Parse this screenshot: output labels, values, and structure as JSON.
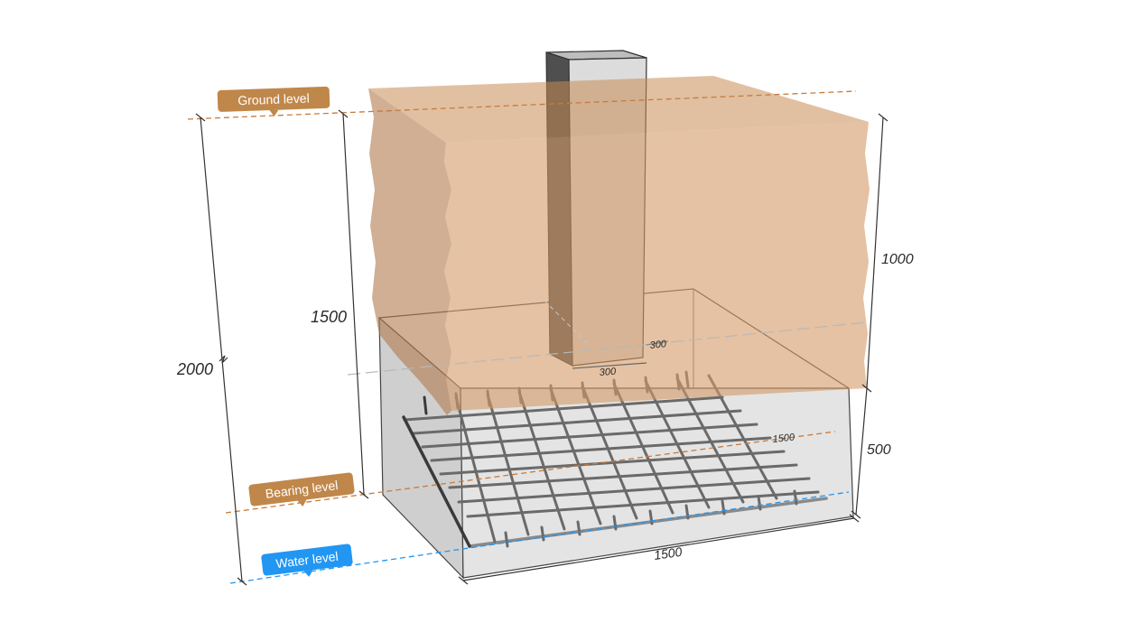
{
  "levels": {
    "ground": "Ground level",
    "bearing": "Bearing level",
    "water": "Water level"
  },
  "dimensions": {
    "total_depth": "2000",
    "embed_depth": "1500",
    "soil_height": "1000",
    "footing_height": "500",
    "footing_width": "1500",
    "footing_depth": "1500",
    "column_width": "300",
    "column_depth": "300"
  },
  "colors": {
    "soil": "#c98d55",
    "level_tag": "#c0874a",
    "water_tag": "#2196f3",
    "column_top": "#d9d9d9",
    "column_side": "#555555",
    "footing": "#e2e2e2"
  }
}
